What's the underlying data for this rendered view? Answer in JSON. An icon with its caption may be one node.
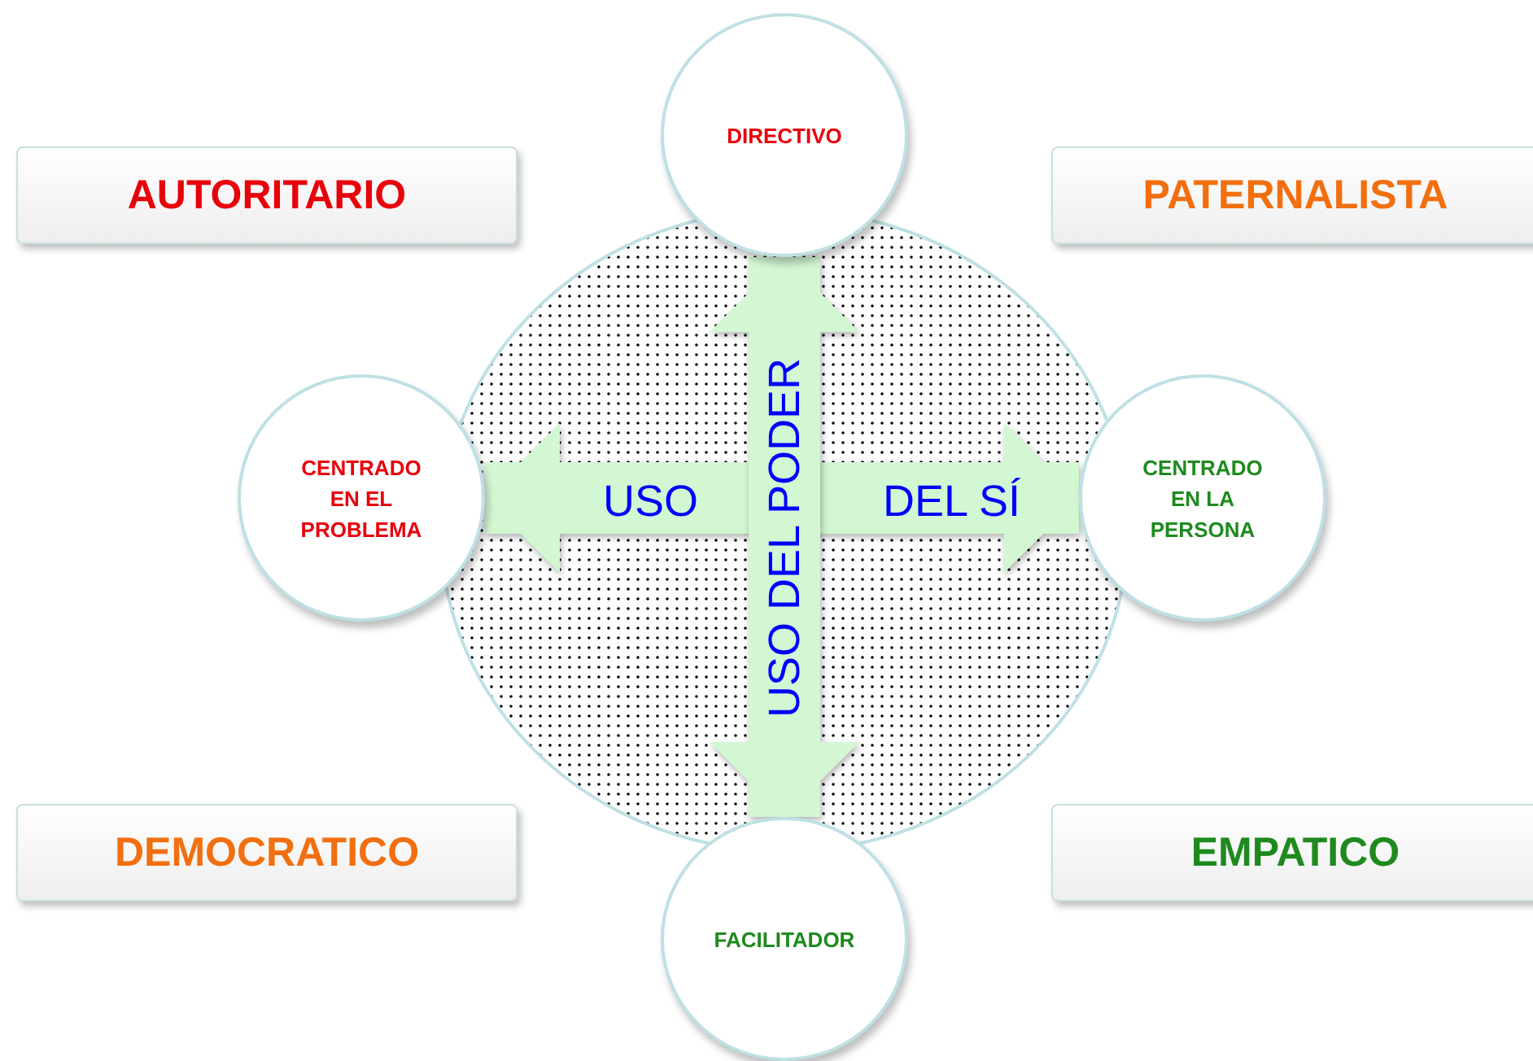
{
  "diagram": {
    "nodes": [
      {
        "text": [
          "DIRECTIVO"
        ]
      },
      {
        "text": [
          "CENTRADO EN EL PROBLEMA"
        ]
      },
      {
        "text": [
          "CENTRADO EN LA PERSONA"
        ]
      },
      {
        "text": [
          "FACILITADOR"
        ]
      },
      {
        "text": [
          "AUTORITARIO"
        ]
      },
      {
        "text": [
          "PATERNALISTA"
        ]
      },
      {
        "text": [
          "DEMOCRATICO"
        ]
      },
      {
        "text": [
          "EMPATICO"
        ]
      }
    ],
    "edges": [
      {
        "from": 1,
        "to": 2,
        "arrow": "both"
      },
      {
        "from": 0,
        "to": 3,
        "arrow": "both",
        "label": "USO DEL PODER"
      }
    ],
    "labels": [
      "USO",
      "DEL SÍ"
    ]
  }
}
